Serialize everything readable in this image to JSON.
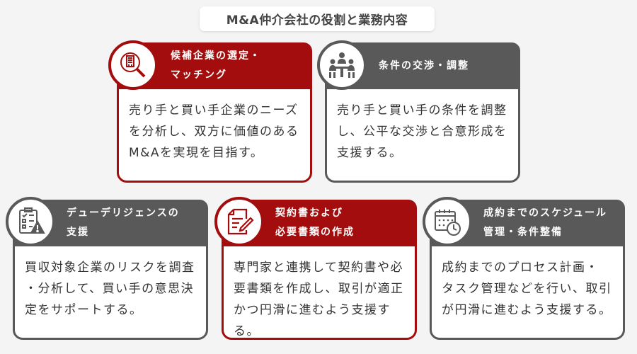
{
  "title": "M&A仲介会社の役割と業務内容",
  "colors": {
    "accent_red": "#a30d0d",
    "accent_gray": "#595959",
    "background": "#f4f4f4",
    "card_bg": "#ffffff",
    "text": "#333333"
  },
  "cards": [
    {
      "theme": "red",
      "icon": "building-magnifier-icon",
      "heading": "候補企業の選定・\nマッチング",
      "body": "売り手と買い手企業のニーズ\nを分析し、双方に価値のある\nM&Aを実現を目指す。"
    },
    {
      "theme": "gray",
      "icon": "meeting-people-icon",
      "heading": "条件の交渉・調整",
      "body": "売り手と買い手の条件を調整\nし、公平な交渉と合意形成を\n支援する。"
    },
    {
      "theme": "gray",
      "icon": "checklist-warning-icon",
      "heading": "デューデリジェンスの\n支援",
      "body": "買収対象企業のリスクを調査\n・分析して、買い手の意思決\n定をサポートする。"
    },
    {
      "theme": "red",
      "icon": "document-pen-icon",
      "heading": "契約書および\n必要書類の作成",
      "body": "専門家と連携して契約書や必\n要書類を作成し、取引が適正\nかつ円滑に進むよう支援する。"
    },
    {
      "theme": "gray",
      "icon": "calendar-clock-icon",
      "heading": "成約までのスケジュール\n管理・条件整備",
      "body": "成約までのプロセス計画・\nタスク管理などを行い、取引\nが円滑に進むよう支援する。"
    }
  ]
}
